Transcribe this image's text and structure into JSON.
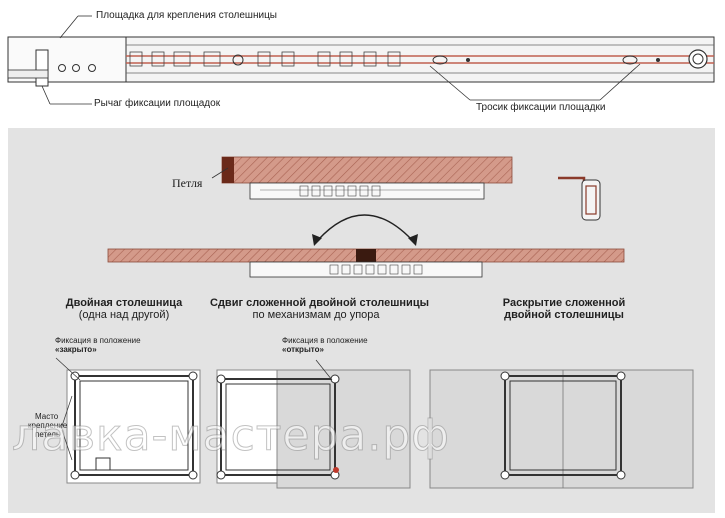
{
  "top": {
    "label_platform": "Площадка для крепления столешницы",
    "label_lever": "Рычаг фиксации площадок",
    "label_cable": "Тросик фиксации площадки"
  },
  "middle": {
    "label_hinge": "Петля"
  },
  "captions": {
    "double_title": "Двойная столешница",
    "double_sub": "(одна над другой)",
    "shift_title": "Сдвиг сложенной двойной столешницы",
    "shift_sub": "по механизмам до упора",
    "open_title_1": "Раскрытие сложенной",
    "open_title_2": "двойной столешницы"
  },
  "panels": {
    "fix_closed_1": "Фиксация в положение",
    "fix_closed_2": "«закрыто»",
    "hinge_place_1": "Масто",
    "hinge_place_2": "крепление",
    "hinge_place_3": "петель",
    "fix_open_1": "Фиксация в положение",
    "fix_open_2": "«открыто»"
  },
  "watermark": "лавка-мастера.рф",
  "colors": {
    "wood": "#c98a7a",
    "panel": "#e3e3e3",
    "line": "#333333"
  }
}
